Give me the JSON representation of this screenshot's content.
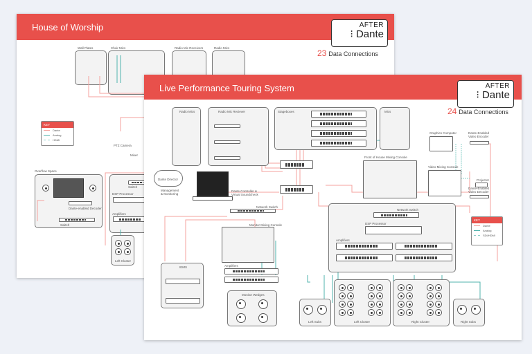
{
  "back_sheet": {
    "title": "House of Worship",
    "logo": {
      "after": "AFTER",
      "brand": "Dante"
    },
    "connections": {
      "count": "23",
      "label": "Data Connections"
    },
    "labels": {
      "wall_plates": "Wall Plates",
      "choir_mics": "Choir Mics",
      "radio_mic_receivers": "Radio Mic Receivers",
      "radio_mics": "Radio Mics",
      "ptz_camera": "PTZ Camera",
      "mixer": "Mixer",
      "overflow_space": "Overflow Space",
      "decoder": "Dante-enabled Decoder",
      "switch_overflow": "Switch",
      "switch": "Switch",
      "dsp": "DSP Processor",
      "amplifiers": "Amplifiers",
      "left_cluster": "Left Cluster"
    },
    "key": {
      "title": "KEY",
      "items": [
        "Dante",
        "Analog",
        "HDMI"
      ]
    }
  },
  "front_sheet": {
    "title": "Live Performance Touring System",
    "logo": {
      "after": "AFTER",
      "brand": "Dante"
    },
    "connections": {
      "count": "24",
      "label": "Data Connections"
    },
    "labels": {
      "radio_mics": "Radio Mics",
      "radio_mic_receiver": "Radio Mic Reciever",
      "stageboxes": "Stageboxes",
      "mics": "Mics",
      "graphics_computer": "Graphics Computer",
      "video_encoder": "Dante-Enabled Video Encoder",
      "video_mixing_console": "Video Mixing Console",
      "projector": "Projector",
      "video_decoder": "Dante-Enabled Video Decoder",
      "foh_console": "Front of House Mixing Console",
      "dante_director": "Dante Director",
      "management": "Management & Monitoring",
      "dante_controller": "Dante Controller & Virtual Soundcheck",
      "network_switch_left": "Network Switch",
      "monitor_console": "Monitor Mixing Console",
      "amplifiers_left": "Amplifiers",
      "iems": "IEMS",
      "monitor_wedges": "Monitor Wedges",
      "network_switch_right": "Network Switch",
      "dsp": "DSP Processor",
      "amplifiers_right": "Amplifiers",
      "left_subs": "Left Subs",
      "left_cluster": "Left Cluster",
      "right_cluster": "Right Cluster",
      "right_subs": "Right Subs"
    },
    "key": {
      "title": "KEY",
      "items": [
        "Dante",
        "Analog",
        "SDI/HDMI"
      ]
    }
  },
  "colors": {
    "brand_red": "#e8504b",
    "dante_line": "#f4a19c",
    "analog_line": "#4fb3ad",
    "video_line": "#8fd0cb"
  }
}
